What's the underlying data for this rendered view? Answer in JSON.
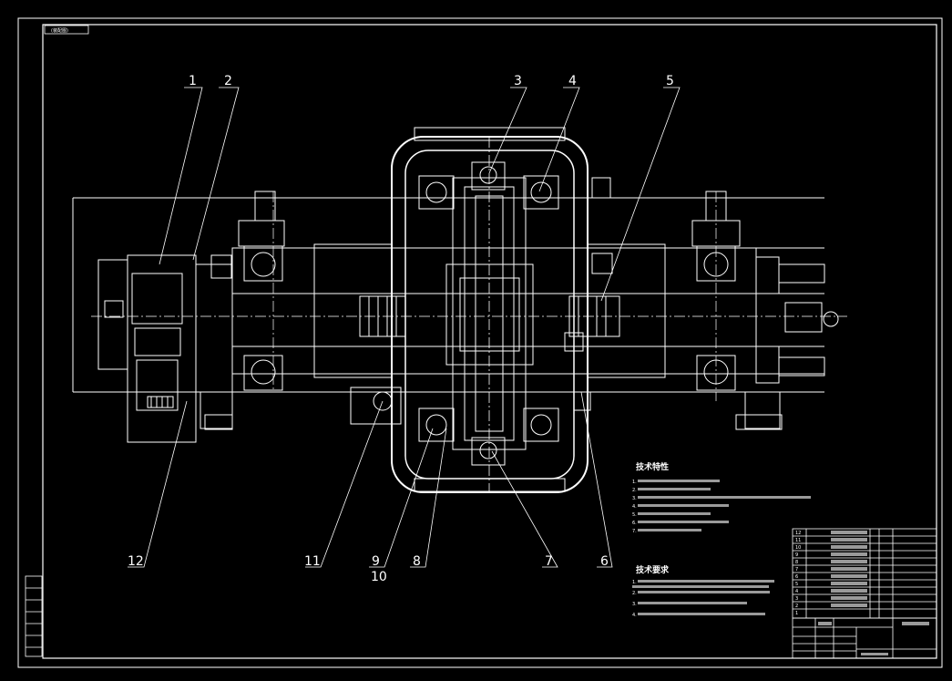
{
  "title_tag": "(装配图)",
  "callouts": [
    "1",
    "2",
    "3",
    "4",
    "5",
    "6",
    "7",
    "8",
    "9",
    "10",
    "11",
    "12"
  ],
  "tech_features": {
    "title": "技术特性",
    "lines": [
      "1.",
      "2.",
      "3.",
      "4.",
      "5.",
      "6.",
      "7."
    ]
  },
  "tech_requirements": {
    "title": "技术要求",
    "lines": [
      "1.",
      "2.",
      "3.",
      "4."
    ]
  },
  "parts_table": {
    "row_numbers": [
      "12",
      "11",
      "10",
      "9",
      "8",
      "7",
      "6",
      "5",
      "4",
      "3",
      "2",
      "1"
    ]
  },
  "colors": {
    "background": "#000000",
    "line": "#ffffff",
    "outline": "#cfcfcf"
  }
}
